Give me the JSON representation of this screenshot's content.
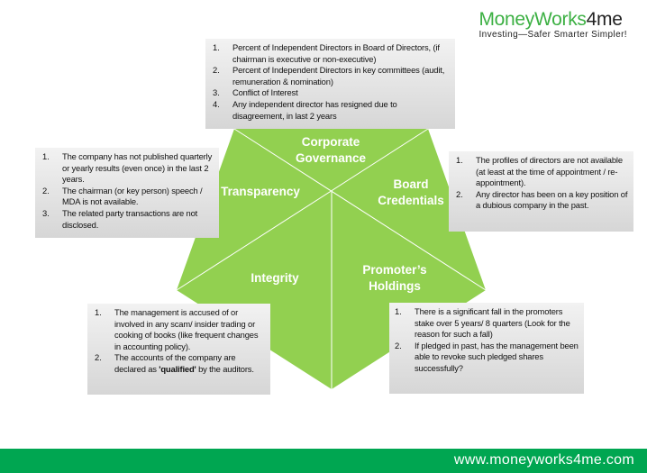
{
  "logo": {
    "brand_green": "MoneyWorks",
    "brand_dark": "4me",
    "tagline": "Investing—Safer  Smarter  Simpler!"
  },
  "colors": {
    "shape": "#92d050",
    "footer": "#00a651"
  },
  "segments": {
    "corporate_governance": [
      "Corporate",
      "Governance"
    ],
    "board_credentials": [
      "Board",
      "Credentials"
    ],
    "transparency": [
      "Transparency"
    ],
    "integrity": [
      "Integrity"
    ],
    "promoters_holdings": [
      "Promoter’s",
      "Holdings"
    ]
  },
  "boxes": {
    "corporate_governance": [
      {
        "n": "1.",
        "t": "Percent of Independent Directors in Board of Directors, (if chairman is executive or non-executive)"
      },
      {
        "n": "2.",
        "t": "Percent of Independent Directors in key committees (audit, remuneration & nomination)"
      },
      {
        "n": "3.",
        "t": "Conflict of Interest"
      },
      {
        "n": "4.",
        "t": "Any independent director has resigned due to disagreement, in last 2 years"
      }
    ],
    "transparency": [
      {
        "n": "1.",
        "t": "The company has not published quarterly or yearly results (even once) in the last 2 years."
      },
      {
        "n": "2.",
        "t": "The chairman (or key person) speech / MDA is not available."
      },
      {
        "n": "3.",
        "t": "The related party transactions are not disclosed."
      }
    ],
    "board_credentials": [
      {
        "n": "1.",
        "t": "The profiles of directors are not available (at least at the time of appointment / re-appointment)."
      },
      {
        "n": "2.",
        "t": "Any director has been on a key position of a dubious company in the past."
      }
    ],
    "integrity": [
      {
        "n": "1.",
        "t": "The management is accused of or involved in any scam/ insider trading or cooking of books (like frequent changes in accounting policy)."
      },
      {
        "n": "2.",
        "t_pre": "The accounts of the company are declared as ",
        "t_bold": "'qualified'",
        "t_post": " by the auditors."
      }
    ],
    "promoters_holdings": [
      {
        "n": "1.",
        "t": "There is a significant fall in the promoters stake over 5 years/ 8 quarters (Look for the reason for such a fall)"
      },
      {
        "n": "2.",
        "t": "If pledged in past, has the management been able to revoke such pledged shares successfully?"
      }
    ]
  },
  "footer": {
    "url": "www.moneyworks4me.com"
  }
}
